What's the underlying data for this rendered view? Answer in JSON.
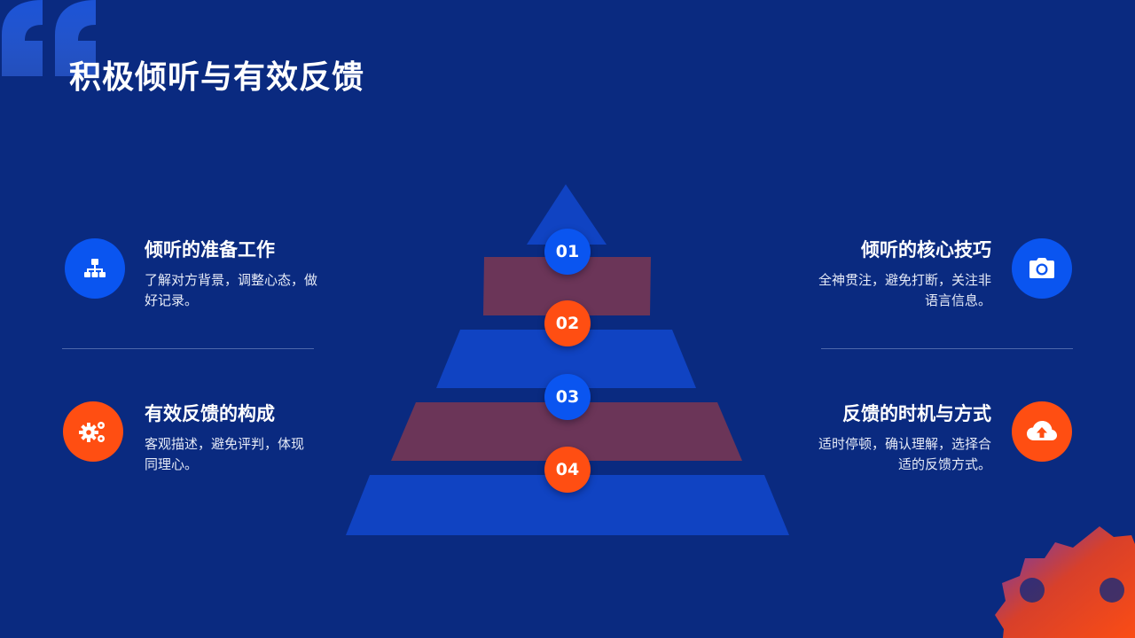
{
  "title": "积极倾听与有效反馈",
  "pyramid": {
    "steps": [
      "01",
      "02",
      "03",
      "04"
    ]
  },
  "points": [
    {
      "title": "倾听的准备工作",
      "description": "了解对方背景，调整心态，做好记录。",
      "icon": "sitemap-icon"
    },
    {
      "title": "有效反馈的构成",
      "description": "客观描述，避免评判，体现同理心。",
      "icon": "gears-icon"
    },
    {
      "title": "倾听的核心技巧",
      "description": "全神贯注，避免打断，关注非语言信息。",
      "icon": "camera-icon"
    },
    {
      "title": "反馈的时机与方式",
      "description": "适时停顿，确认理解，选择合适的反馈方式。",
      "icon": "cloud-upload-icon"
    }
  ],
  "colors": {
    "background": "#0a2a80",
    "accent_blue": "#0a55f0",
    "accent_orange": "#ff4e12",
    "pyramid_blue": "#1043c2",
    "pyramid_maroon": "#6b3558"
  }
}
